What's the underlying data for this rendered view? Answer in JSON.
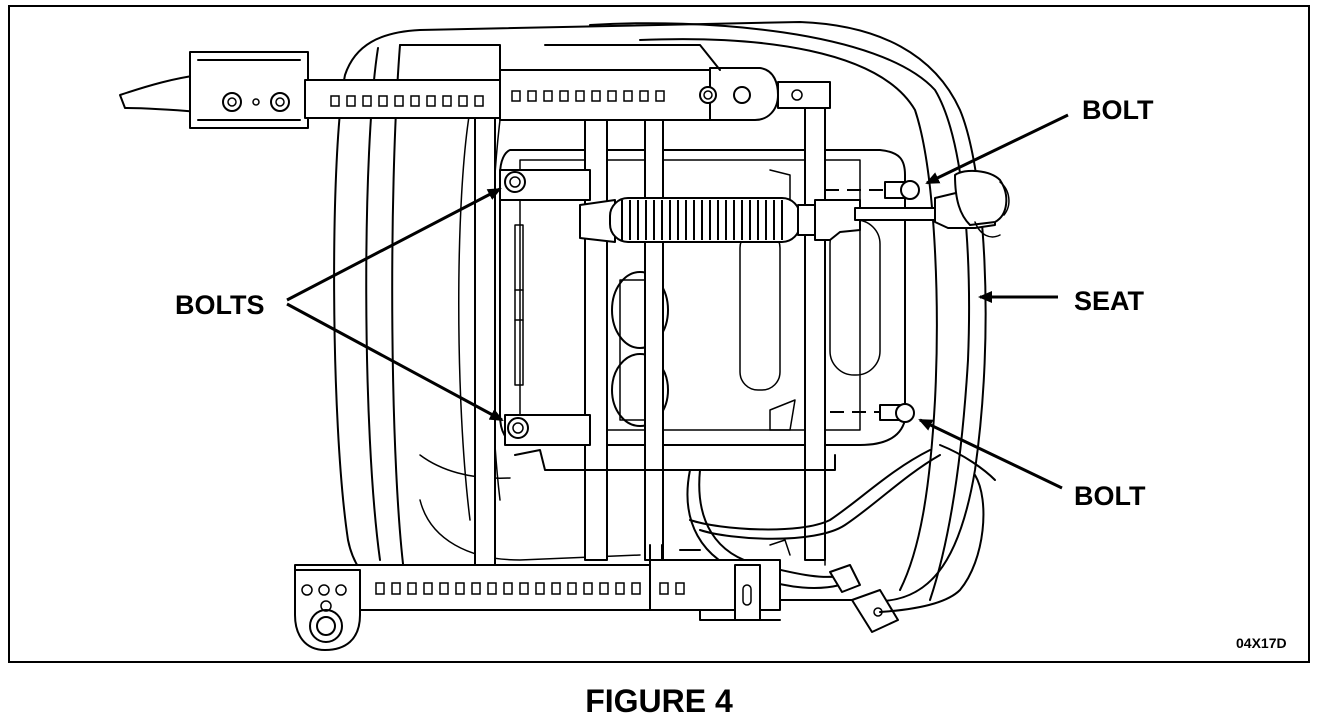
{
  "figure": {
    "caption": "FIGURE 4",
    "code": "04X17D"
  },
  "callouts": {
    "bolt_top": "BOLT",
    "bolts_left": "BOLTS",
    "seat": "SEAT",
    "bolt_bottom": "BOLT"
  },
  "icons": [
    "seat-frame-illustration",
    "arrow-icon"
  ]
}
